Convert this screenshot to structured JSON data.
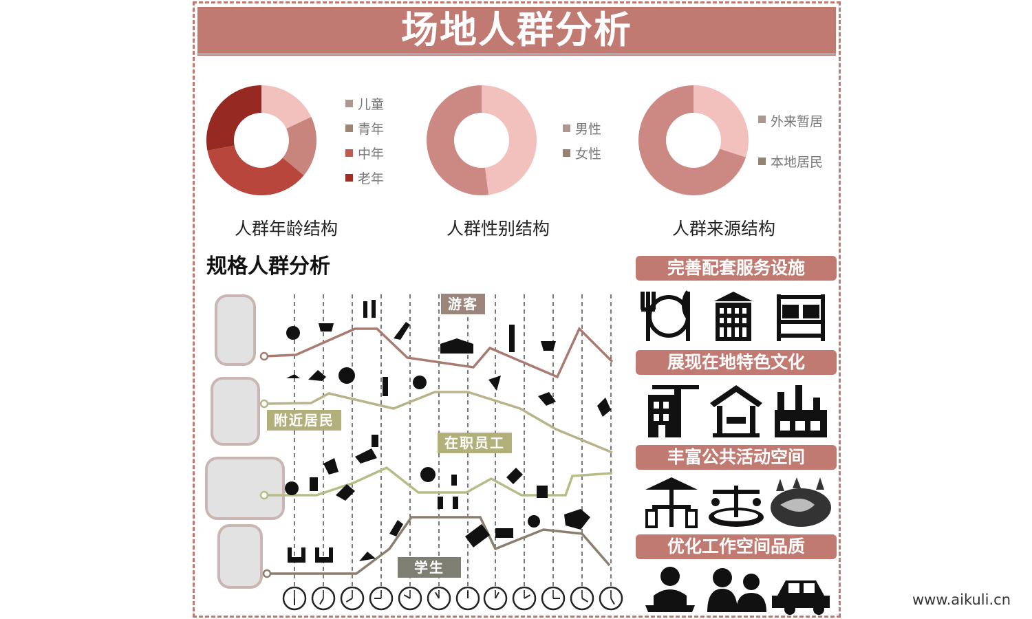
{
  "title": "场地人群分析",
  "watermark": "www.aikuli.cn",
  "donuts": [
    {
      "caption": "人群年龄结构",
      "legend": [
        "儿童",
        "青年",
        "中年",
        "老年"
      ],
      "colors": [
        "#f2c1bd",
        "#c8857d",
        "#b8463c",
        "#962a22"
      ],
      "values": [
        0.18,
        0.18,
        0.36,
        0.28
      ],
      "legend_colors": [
        "#ad9791",
        "#a08473",
        "#c05a4e",
        "#a32b22"
      ]
    },
    {
      "caption": "人群性别结构",
      "legend": [
        "男性",
        "女性"
      ],
      "colors": [
        "#f2c1bd",
        "#cc8984"
      ],
      "values": [
        0.48,
        0.52
      ],
      "legend_colors": [
        "#ad9791",
        "#938372"
      ]
    },
    {
      "caption": "人群来源结构",
      "legend": [
        "外来暂居",
        "本地居民"
      ],
      "colors": [
        "#f2c1bd",
        "#cc8984"
      ],
      "values": [
        0.3,
        0.7
      ],
      "legend_colors": [
        "#ad9791",
        "#938372"
      ]
    }
  ],
  "analysis": {
    "title": "规格人群分析",
    "tags": [
      "游客",
      "附近居民",
      "在职员工",
      "学生"
    ],
    "tag_colors": [
      "#9c857a",
      "#b2b07a",
      "#b2b07a",
      "#7f7e72"
    ],
    "line_colors": [
      "#a87a70",
      "#b8b38a",
      "#b7bb86",
      "#8a7e6f"
    ],
    "clock_count": 12
  },
  "facilities": [
    {
      "banner": "完善配套服务设施",
      "icons": [
        "dining-icon",
        "building-icon",
        "bed-icon"
      ]
    },
    {
      "banner": "展现在地特色文化",
      "icons": [
        "crane-building-icon",
        "pavilion-icon",
        "factory-icon"
      ]
    },
    {
      "banner": "丰富公共活动空间",
      "icons": [
        "parasol-table-icon",
        "carousel-icon",
        "park-icon"
      ]
    },
    {
      "banner": "优化工作空间品质",
      "icons": [
        "laptop-user-icon",
        "group-icon",
        "car-icon"
      ]
    }
  ]
}
